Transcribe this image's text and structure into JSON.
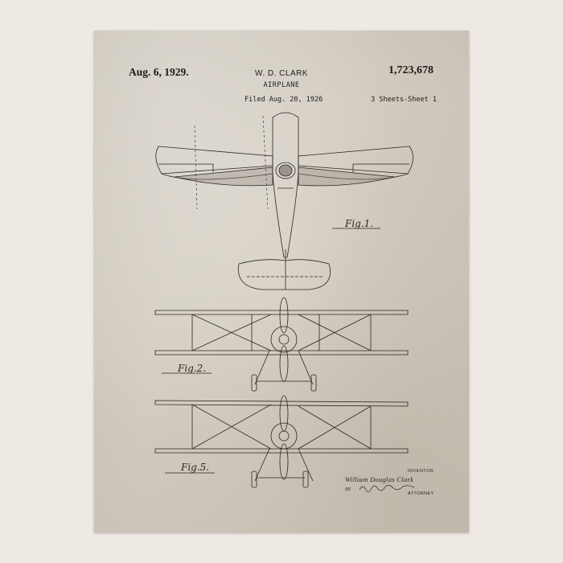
{
  "patent": {
    "date": "Aug. 6, 1929.",
    "inventor_header": "W. D. CLARK",
    "title": "AIRPLANE",
    "filed": "Filed Aug. 20, 1926",
    "sheets": "3 Sheets-Sheet  1",
    "number": "1,723,678"
  },
  "figures": {
    "fig1": "Fig.1.",
    "fig2": "Fig.2.",
    "fig5": "Fig.5."
  },
  "signature": {
    "inventor_label": "INVENTOR",
    "inventor_name": "William Douglas Clark",
    "by": "BY",
    "attorney_label": "ATTORNEY"
  },
  "colors": {
    "paper": "#ddd7cc",
    "ink": "#1e1b18",
    "background": "#efe9e3"
  }
}
